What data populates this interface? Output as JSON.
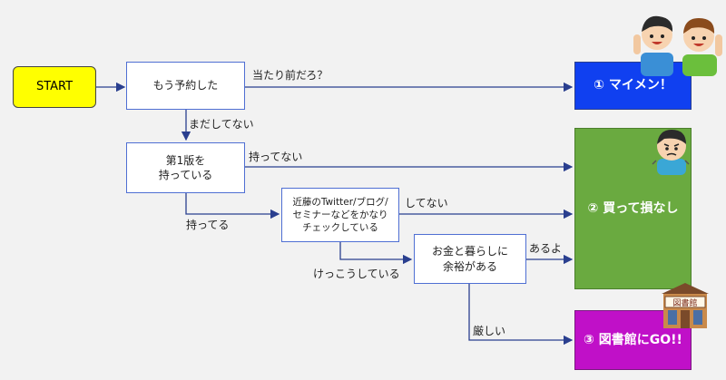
{
  "nodes": {
    "start": "START",
    "reserved": "もう予約した",
    "first_edition_l1": "第1版を",
    "first_edition_l2": "持っている",
    "check_l1": "近藤のTwitter/ブログ/",
    "check_l2": "セミナーなどをかなり",
    "check_l3": "チェックしている",
    "money_l1": "お金と暮らしに",
    "money_l2": "余裕がある"
  },
  "outcomes": {
    "mymen": "① マイメン！",
    "buy": "② 買って損なし",
    "library": "③ 図書館にGO!!"
  },
  "edges": {
    "of_course": "当たり前だろ？",
    "not_yet": "まだしてない",
    "dont_have": "持ってない",
    "have": "持ってる",
    "not_checking": "してない",
    "checking_a_lot": "けっこうしている",
    "yes_have": "あるよ",
    "tight": "厳しい"
  },
  "library_sign": "図書館",
  "colors": {
    "start": "#ffff00",
    "mymen": "#1040f0",
    "buy": "#6aaa40",
    "library": "#c010c8",
    "arrow": "#2a3f8f"
  }
}
